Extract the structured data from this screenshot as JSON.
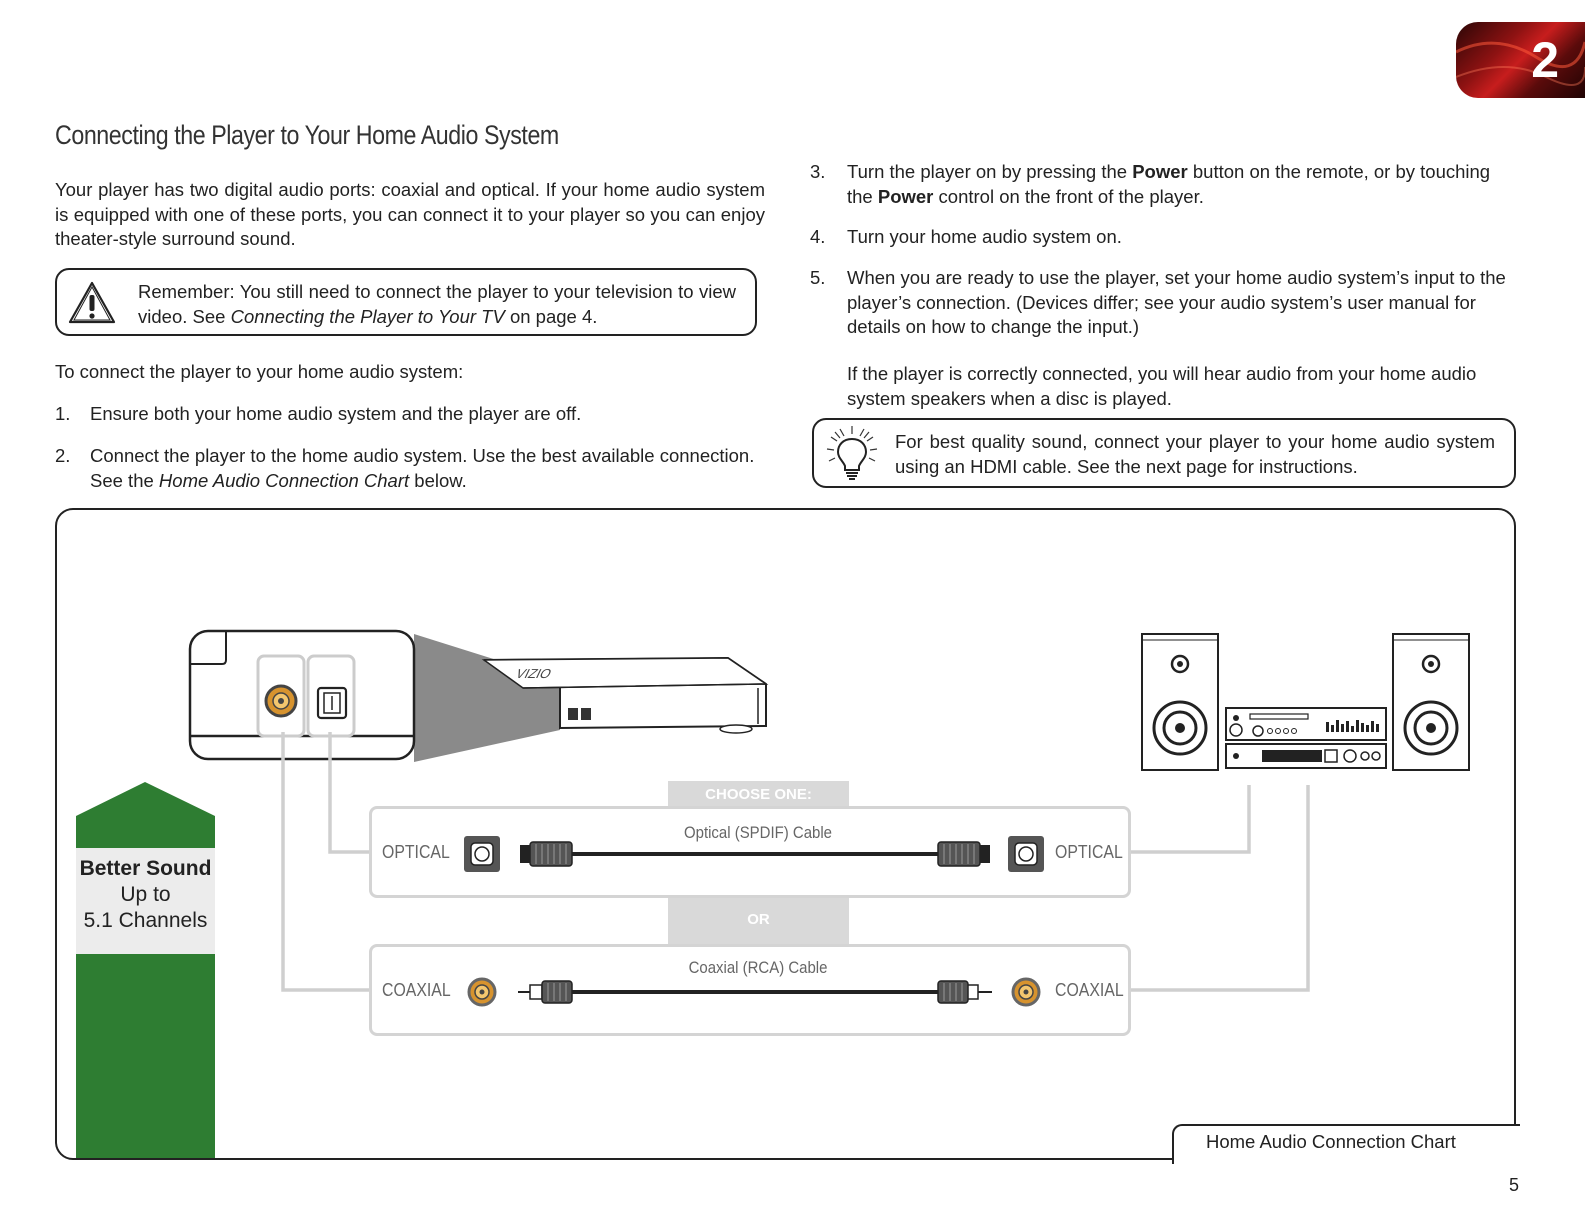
{
  "chapter": "2",
  "heading": "Connecting the Player to Your Home Audio System",
  "intro": "Your player has two digital audio ports: coaxial and optical. If your home audio system is equipped with one of these ports, you can connect it to your player so you can enjoy theater-style surround sound.",
  "note": {
    "text_before": "Remember: You still need to connect the player to your television to view video. See ",
    "link": "Connecting the Player to Your TV",
    "text_after": " on page 4.",
    "icon": "warning-icon"
  },
  "lead": "To connect the player to your home audio system:",
  "steps": [
    {
      "num": "1.",
      "text": "Ensure both your home audio system and the player are off."
    },
    {
      "num": "2.",
      "text_before": "Connect the player to the home audio system. Use the best available connection. See the ",
      "italic": "Home Audio Connection Chart",
      "text_after": " below."
    },
    {
      "num": "3.",
      "t1": "Turn the player on by pressing the ",
      "b1": "Power",
      "t2": " button on the remote, or by touching the ",
      "b2": "Power",
      "t3": " control on the front of the player."
    },
    {
      "num": "4.",
      "text": "Turn your home audio system on."
    },
    {
      "num": "5.",
      "text": "When you are ready to use the player, set your home audio system’s input to the player’s connection. (Devices differ; see your audio system’s user manual for details on how to change the input.)"
    }
  ],
  "result": "If the player is correctly connected, you will hear audio from your home audio system speakers when a disc is played.",
  "tip": {
    "text": "For best quality sound, connect your player to your home audio system using an HDMI cable. See the next page for instructions.",
    "icon": "lightbulb-icon"
  },
  "chart": {
    "quality": {
      "line1": "Better Sound",
      "line2": "Up to",
      "line3": "5.1 Channels",
      "color": "#2e7d32"
    },
    "choose_label": "CHOOSE ONE:",
    "or_label": "OR",
    "optical": {
      "left_label": "OPTICAL",
      "right_label": "OPTICAL",
      "cable": "Optical (SPDIF) Cable"
    },
    "coaxial": {
      "left_label": "COAXIAL",
      "right_label": "COAXIAL",
      "cable": "Coaxial (RCA) Cable"
    },
    "caption": "Home Audio Connection Chart"
  },
  "page_number": "5"
}
